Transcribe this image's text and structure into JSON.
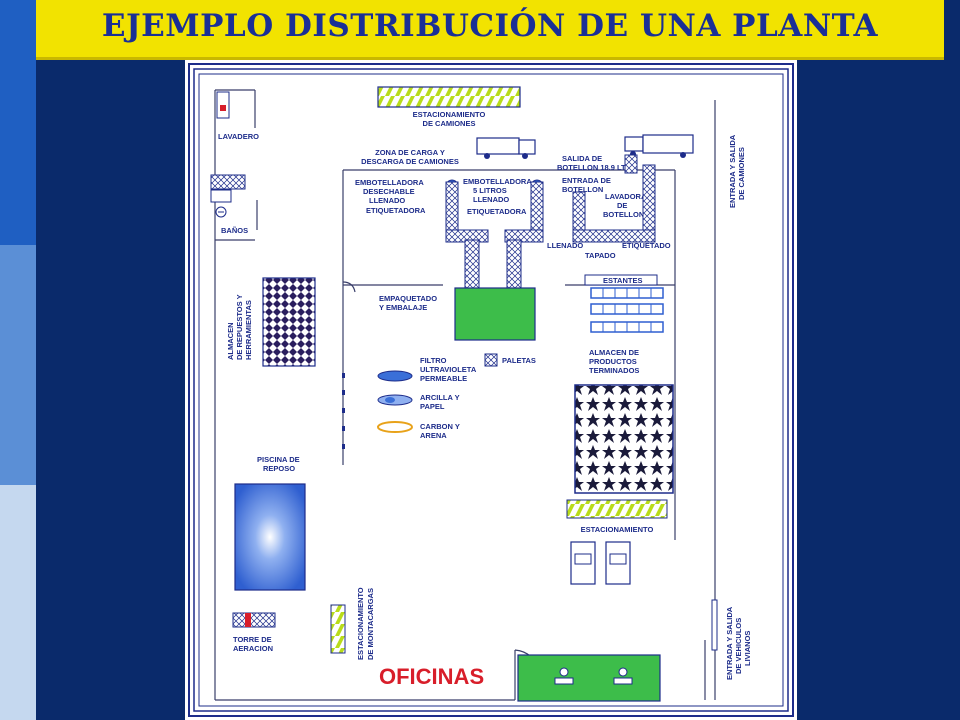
{
  "title": "EJEMPLO DISTRIBUCIÓN DE UNA PLANTA",
  "labels": {
    "lavadero": "LAVADERO",
    "estacionamiento_camiones": [
      "ESTACIONAMIENTO",
      "DE CAMIONES"
    ],
    "zona_carga": [
      "ZONA DE CARGA Y",
      "DESCARGA DE CAMIONES"
    ],
    "salida_botellon": [
      "SALIDA DE",
      "BOTELLON 18.9 LTS"
    ],
    "entrada_botellon": [
      "ENTRADA DE",
      "BOTELLON"
    ],
    "lavadora_botellones": [
      "LAVADORA",
      "DE",
      "BOTELLONES"
    ],
    "entrada_salida_camiones": [
      "ENTRADA Y SALIDA",
      "DE CAMIONES"
    ],
    "embotelladora_desechable": [
      "EMBOTELLADORA",
      "DESECHABLE",
      "LLENADO"
    ],
    "embotelladora_5l": [
      "EMBOTELLADORA",
      "5 LITROS",
      "LLENADO"
    ],
    "etiquetadora_1": "ETIQUETADORA",
    "etiquetadora_2": "ETIQUETADORA",
    "banos": "BAÑOS",
    "llenado": "LLENADO",
    "tapado": "TAPADO",
    "etiquetado": "ETIQUETADO",
    "estantes": "ESTANTES",
    "almacen_repuestos": [
      "ALMACEN",
      "DE REPUESTOS Y",
      "HERRAMIENTAS"
    ],
    "empaquetado": [
      "EMPAQUETADO",
      "Y EMBALAJE"
    ],
    "paletas": "PALETAS",
    "almacen_productos": [
      "ALMACEN DE",
      "PRODUCTOS",
      "TERMINADOS"
    ],
    "filtro": [
      "FILTRO",
      "ULTRAVIOLETA",
      "PERMEABLE"
    ],
    "arcilla": [
      "ARCILLA Y",
      "PAPEL"
    ],
    "carbon": [
      "CARBON Y",
      "ARENA"
    ],
    "piscina": [
      "PISCINA DE",
      "REPOSO"
    ],
    "estacionamiento": "ESTACIONAMIENTO",
    "torre": [
      "TORRE DE",
      "AERACION"
    ],
    "estacionamiento_montacargas": [
      "ESTACIONAMIENTO",
      "DE MONTACARGAS"
    ],
    "oficinas": "OFICINAS",
    "entrada_salida_livianos": [
      "ENTRADA Y SALIDA",
      "DE VEHICULOS",
      "LIVIANOS"
    ]
  },
  "colors": {
    "title_bg": "#f2e300",
    "title_text": "#1a2f96",
    "background": "#0a2a6b",
    "plan_border": "#1d2c8a",
    "green": "#3dbd4a",
    "yellow_green": "#b9dc1a",
    "pool_blue": "#3a6fd8",
    "oficinas_red": "#d81e2a"
  }
}
